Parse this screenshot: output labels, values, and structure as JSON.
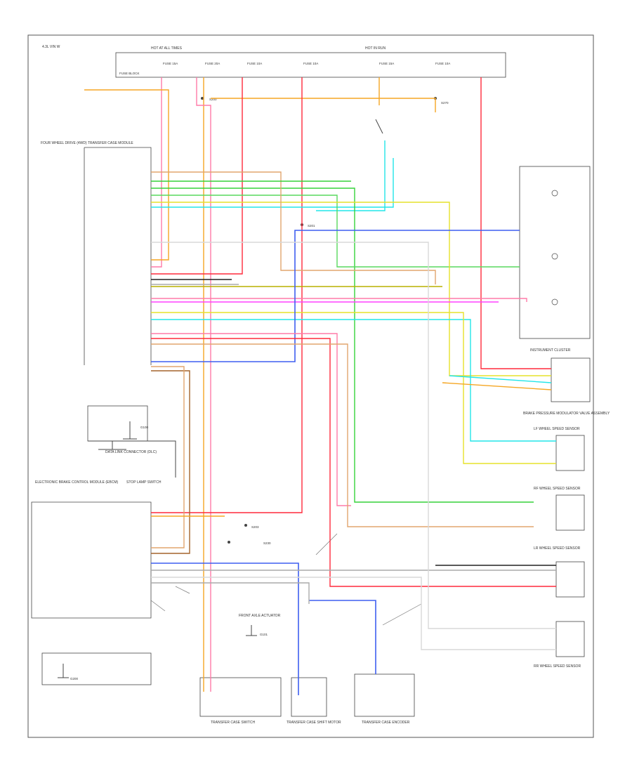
{
  "diagram": {
    "header_label": "4.3L VIN W",
    "footer_label": "",
    "components": {
      "tcm": "FOUR WHEEL DRIVE (4WD) TRANSFER CASE MODULE",
      "ebcm": "ELECTRONIC BRAKE CONTROL MODULE (EBCM)",
      "right_frame_connector": "",
      "brake_pressure_modulator": "BRAKE PRESSURE MODULATOR VALVE ASSEMBLY",
      "lf_wheel_speed": "LF WHEEL SPEED SENSOR",
      "rf_wheel_speed": "RF WHEEL SPEED SENSOR",
      "lr_wheel_speed": "LR WHEEL SPEED SENSOR",
      "rr_wheel_speed": "RR WHEEL SPEED SENSOR",
      "instrument_cluster": "INSTRUMENT CLUSTER",
      "transfer_case_switch": "TRANSFER CASE SWITCH",
      "transfer_case_motor": "TRANSFER CASE SHIFT MOTOR",
      "transfer_case_encoder": "TRANSFER CASE ENCODER",
      "front_axle_actuator": "FRONT AXLE ACTUATOR",
      "data_link_connector": "DATA LINK CONNECTOR (DLC)",
      "brake_pedal_switch": "STOP LAMP SWITCH",
      "vehicle_speed_buffer": "",
      "fuse_block": "FUSE BLOCK",
      "hot_at_all_times": "HOT AT ALL TIMES",
      "hot_in_run": "HOT IN RUN",
      "fuse_labels": [
        "FUSE 15A",
        "FUSE 20A",
        "FUSE 10A",
        "FUSE 10A",
        "FUSE 15A",
        "FUSE 10A"
      ],
      "splice_labels": [
        "S200",
        "S201",
        "S203",
        "S230",
        "S270"
      ],
      "ground_labels": [
        "G100",
        "G101",
        "G200"
      ]
    },
    "colors": {
      "ORN": "#f5a623",
      "PNK": "#ff7aa8",
      "RED": "#ff2a3c",
      "GRN": "#35d23a",
      "LT_GRN": "#58d95e",
      "YEL": "#e6e22b",
      "LT_BLU": "#22e5e8",
      "DK_BLU": "#3f5ff0",
      "TAN": "#e2a56e",
      "BRN": "#a3632c",
      "BLK": "#222222",
      "GRY": "#aaaaaa",
      "WHT": "#d8d8d8",
      "PPL": "#9b4de0",
      "OLIVE": "#b8b000",
      "MAGENTA": "#ff40ff"
    }
  }
}
